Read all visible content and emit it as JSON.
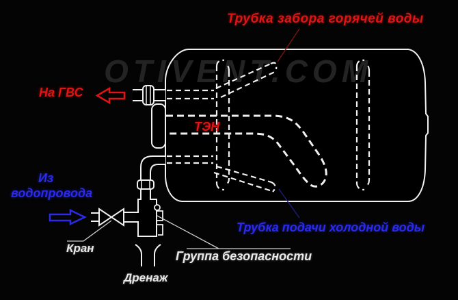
{
  "diagram": {
    "type": "water-heater-plumbing-scheme",
    "title": "Трубка забора горячей воды",
    "labels": {
      "hot_outlet": "На ГВС",
      "heating_element": "ТЭН",
      "cold_source_line1": "Из",
      "cold_source_line2": "водопровода",
      "cold_tube": "Трубка подачи холодной воды",
      "valve": "Кран",
      "safety_group": "Группа безопасности",
      "drain": "Дренаж"
    },
    "watermark": "OTIVENT.COM",
    "colors": {
      "background": "#040404",
      "line": "#f0f0f0",
      "hot_accent": "#e01414",
      "cold_accent": "#2a2ae8",
      "leader_red": "#7a1212",
      "leader_blue": "#1d1d7e"
    },
    "icons": {
      "hot_arrow": "outline arrow pointing left",
      "cold_arrow": "outline arrow pointing right"
    }
  }
}
